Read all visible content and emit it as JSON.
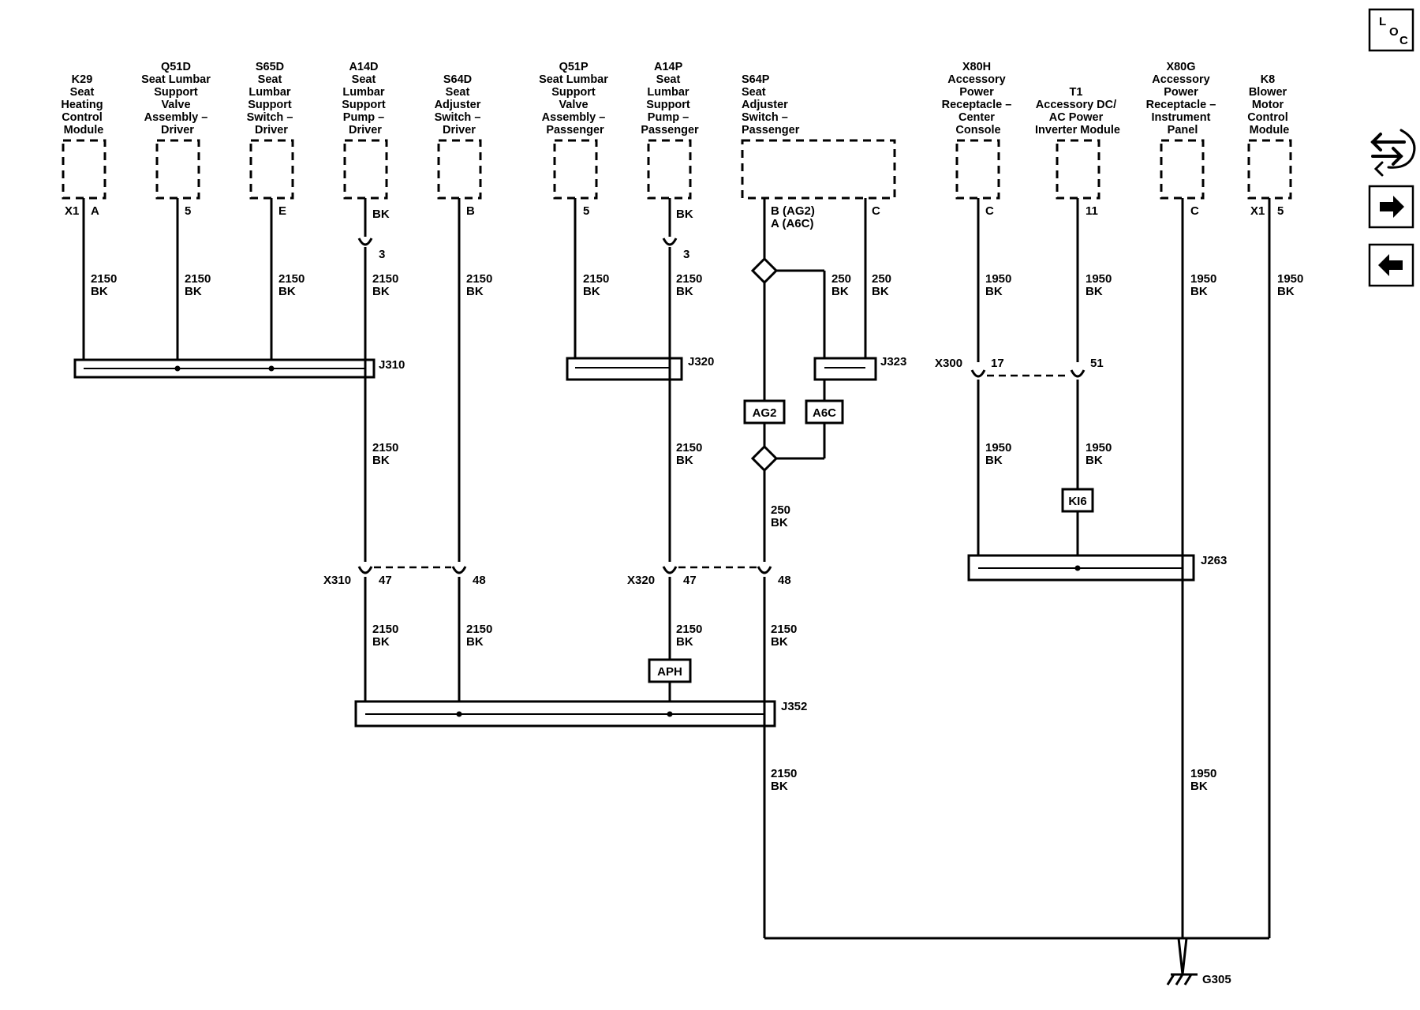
{
  "components": [
    {
      "id": "k29",
      "lines": [
        "K29",
        "Seat",
        "Heating",
        "Control",
        "Module"
      ]
    },
    {
      "id": "q51d",
      "lines": [
        "Q51D",
        "Seat Lumbar",
        "Support",
        "Valve",
        "Assembly –",
        "Driver"
      ]
    },
    {
      "id": "s65d",
      "lines": [
        "S65D",
        "Seat",
        "Lumbar",
        "Support",
        "Switch –",
        "Driver"
      ]
    },
    {
      "id": "a14d",
      "lines": [
        "A14D",
        "Seat",
        "Lumbar",
        "Support",
        "Pump –",
        "Driver"
      ]
    },
    {
      "id": "s64d",
      "lines": [
        "S64D",
        "Seat",
        "Adjuster",
        "Switch –",
        "Driver"
      ]
    },
    {
      "id": "q51p",
      "lines": [
        "Q51P",
        "Seat Lumbar",
        "Support",
        "Valve",
        "Assembly –",
        "Passenger"
      ]
    },
    {
      "id": "a14p",
      "lines": [
        "A14P",
        "Seat",
        "Lumbar",
        "Support",
        "Pump –",
        "Passenger"
      ]
    },
    {
      "id": "s64p",
      "lines": [
        "S64P",
        "Seat",
        "Adjuster",
        "Switch –",
        "Passenger"
      ]
    },
    {
      "id": "x80h",
      "lines": [
        "X80H",
        "Accessory",
        "Power",
        "Receptacle –",
        "Center",
        "Console"
      ]
    },
    {
      "id": "t1",
      "lines": [
        "T1",
        "Accessory DC/",
        "AC Power",
        "Inverter Module"
      ]
    },
    {
      "id": "x80g",
      "lines": [
        "X80G",
        "Accessory",
        "Power",
        "Receptacle –",
        "Instrument",
        "Panel"
      ]
    },
    {
      "id": "k8",
      "lines": [
        "K8",
        "Blower",
        "Motor",
        "Control",
        "Module"
      ]
    }
  ],
  "pins": {
    "k29_conn": "X1",
    "k29_pin": "A",
    "q51d_pin": "5",
    "s65d_pin": "E",
    "a14d_pin": "BK",
    "s64d_pin": "B",
    "q51p_pin": "5",
    "a14p_pin": "BK",
    "s64p_pin_1": "B (AG2)",
    "s64p_pin_2": "A (A6C)",
    "s64p_pin_c": "C",
    "x80h_pin": "C",
    "t1_pin": "11",
    "x80g_pin": "C",
    "k8_conn": "X1",
    "k8_pin": "5"
  },
  "wires": {
    "gauge_2150": "2150",
    "gauge_1950": "1950",
    "gauge_250": "250",
    "color_bk": "BK"
  },
  "connectors": {
    "a14d_inline_pin": "3",
    "a14p_inline_pin": "3",
    "x310": "X310",
    "x310_p1": "47",
    "x310_p2": "48",
    "x320": "X320",
    "x320_p1": "47",
    "x320_p2": "48",
    "x300": "X300",
    "x300_p1": "17",
    "x300_p2": "51"
  },
  "splices": {
    "j310": "J310",
    "j320": "J320",
    "j323": "J323",
    "j352": "J352",
    "j263": "J263"
  },
  "options": {
    "ag2": "AG2",
    "a6c": "A6C",
    "aph": "APH",
    "ki6": "KI6"
  },
  "ground": {
    "label": "G305"
  },
  "nav": {
    "loc_l": "L",
    "loc_o": "O",
    "loc_c": "C",
    "items": [
      "loc-button",
      "harness-button",
      "next-button",
      "previous-button"
    ]
  }
}
